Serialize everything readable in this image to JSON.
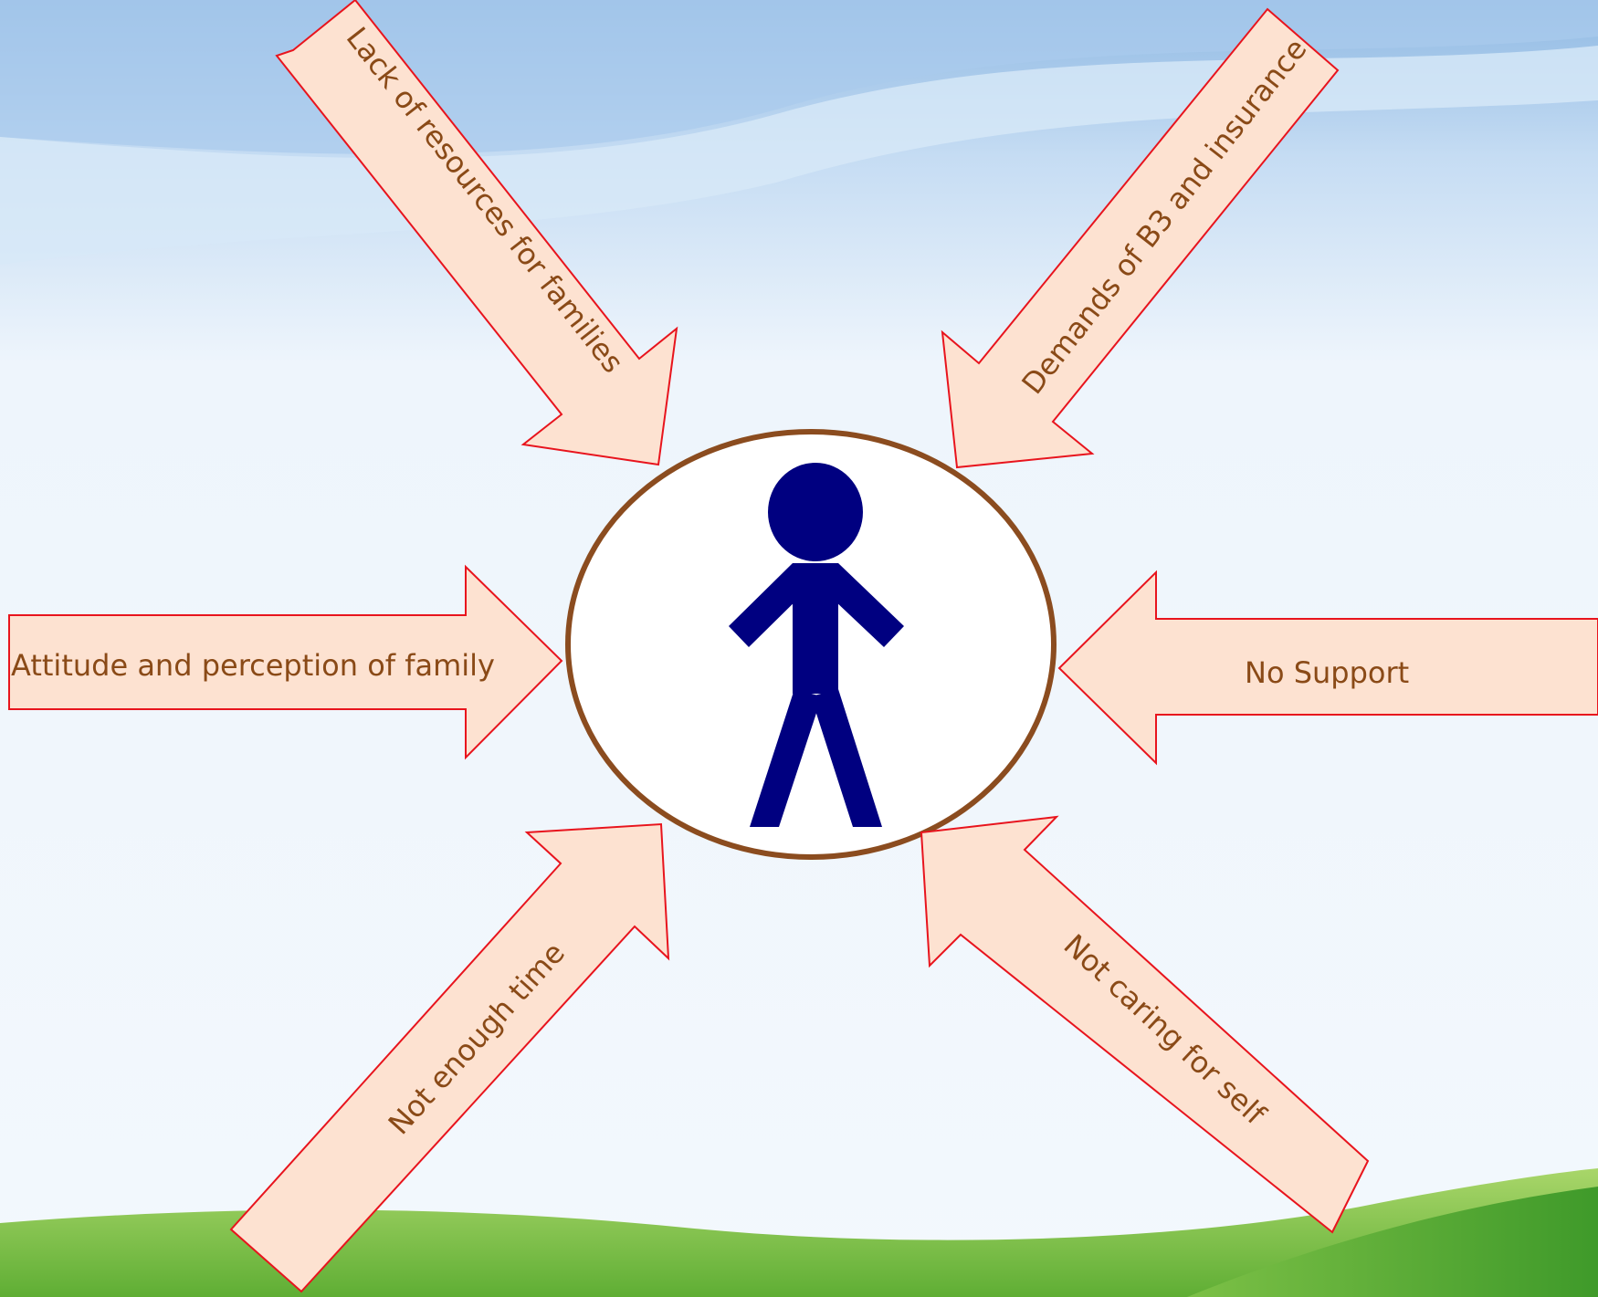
{
  "diagram": {
    "labels": {
      "top_left": "Lack of resources for families",
      "top_right": "Demands of B3 and insurance",
      "left": "Attitude and perception of family",
      "right": "No  Support",
      "bottom_left": "Not enough time",
      "bottom_right": "Not caring for self"
    },
    "center_icon": "person-icon",
    "colors": {
      "arrow_fill": "#fde2d1",
      "arrow_stroke": "#e8141d",
      "label_text": "#8a4a17",
      "circle_stroke": "#8b4c1f",
      "person": "#000080",
      "sky": "#cfe2f5",
      "grass": "#6fb63a"
    }
  }
}
